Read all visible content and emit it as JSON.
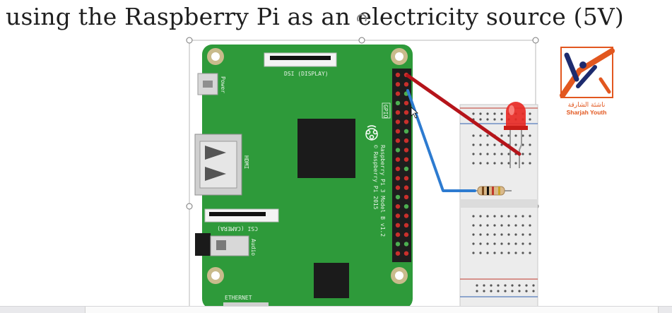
{
  "slide": {
    "title": "using the Raspberry Pi as an electricity source (5V)"
  },
  "board": {
    "label_power": "Power",
    "label_hdmi": "HDMI",
    "label_dsi": "DSI (DISPLAY)",
    "label_csi": "CSI (CAMERA)",
    "label_audio": "Audio",
    "label_ethernet": "ETHERNET",
    "label_gpio": "GPIO",
    "model_line1": "Raspberry Pi 3 Model B v1.2",
    "model_line2": "© Raspberry Pi 2015"
  },
  "logo": {
    "arabic": "ناشئة الشارقة",
    "english": "Sharjah Youth",
    "colors": {
      "orange": "#e2571f",
      "navy": "#1d2b6e"
    }
  },
  "colors": {
    "board": "#2e9a3a",
    "wire_red": "#b5141a",
    "wire_blue": "#2d7bd0",
    "led": "#e82a25"
  }
}
